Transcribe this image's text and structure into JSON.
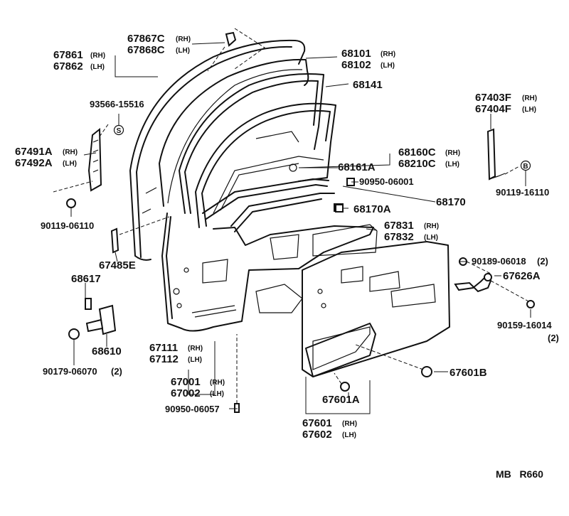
{
  "callouts": {
    "p67867C": {
      "code": "67867C",
      "side": "(RH)"
    },
    "p67868C": {
      "code": "67868C",
      "side": "(LH)"
    },
    "p67861": {
      "code": "67861",
      "side": "(RH)"
    },
    "p67862": {
      "code": "67862",
      "side": "(LH)"
    },
    "p68101": {
      "code": "68101",
      "side": "(RH)"
    },
    "p68102": {
      "code": "68102",
      "side": "(LH)"
    },
    "p68141": {
      "code": "68141"
    },
    "p93566": {
      "code": "93566-15516"
    },
    "p67491A": {
      "code": "67491A",
      "side": "(RH)"
    },
    "p67492A": {
      "code": "67492A",
      "side": "(LH)"
    },
    "p68160C": {
      "code": "68160C",
      "side": "(RH)"
    },
    "p68210C": {
      "code": "68210C",
      "side": "(LH)"
    },
    "p68161A": {
      "code": "68161A"
    },
    "p90950_06001": {
      "code": "90950-06001"
    },
    "p68170": {
      "code": "68170"
    },
    "p68170A": {
      "code": "68170A"
    },
    "p90119_06110": {
      "code": "90119-06110"
    },
    "p67403F": {
      "code": "67403F",
      "side": "(RH)"
    },
    "p67404F": {
      "code": "67404F",
      "side": "(LH)"
    },
    "p90119_16110": {
      "code": "90119-16110"
    },
    "p67831": {
      "code": "67831",
      "side": "(RH)"
    },
    "p67832": {
      "code": "67832",
      "side": "(LH)"
    },
    "p67485E": {
      "code": "67485E"
    },
    "p90189": {
      "code": "90189-06018",
      "qty": "(2)"
    },
    "p67626A": {
      "code": "67626A"
    },
    "p68617": {
      "code": "68617"
    },
    "p90159": {
      "code": "90159-16014",
      "qty": "(2)"
    },
    "p68610": {
      "code": "68610"
    },
    "p67111": {
      "code": "67111",
      "side": "(RH)"
    },
    "p67112": {
      "code": "67112",
      "side": "(LH)"
    },
    "p90179": {
      "code": "90179-06070",
      "qty": "(2)"
    },
    "p67601B": {
      "code": "67601B"
    },
    "p67001": {
      "code": "67001",
      "side": "(RH)"
    },
    "p67002": {
      "code": "67002",
      "side": "(LH)"
    },
    "p67601A": {
      "code": "67601A"
    },
    "p90950_06057": {
      "code": "90950-06057"
    },
    "p67601": {
      "code": "67601",
      "side": "(RH)"
    },
    "p67602": {
      "code": "67602",
      "side": "(LH)"
    }
  },
  "symbols": {
    "s_marker": "S",
    "b_marker": "B"
  },
  "footer": {
    "ref": "MB   R660"
  }
}
